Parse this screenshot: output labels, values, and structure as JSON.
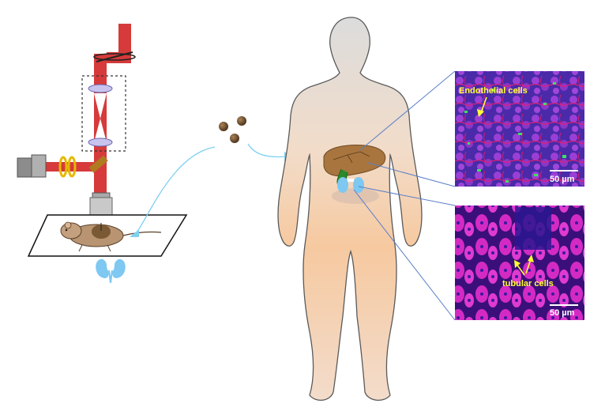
{
  "panels": {
    "top": {
      "label": "Endothelial cells",
      "scale_bar": "50 µm",
      "colors": {
        "background": "#3a1f9e",
        "cell": "#a040d8",
        "vessel": "#e0207a",
        "marker": "#3fe060"
      }
    },
    "bottom": {
      "label": "tubular cells",
      "scale_bar": "50 µm",
      "colors": {
        "background": "#3b0f7a",
        "tubule": "#e02ac8",
        "nucleus": "#2a1a9a"
      }
    }
  },
  "colors": {
    "laser": "#d63a3a",
    "lens": "#b9b6e8",
    "ring": "#e6b800",
    "arrow": "#7fd0f0",
    "connector": "#5a7fc8",
    "body": "#d9d9d9",
    "body_gradient_warm": "#f6c9a0",
    "liver": "#9b6a3a",
    "kidney": "#7ec8f2",
    "nanoparticle": "#6b4a2a"
  },
  "icons": [
    "two-photon-microscope-icon",
    "mouse-icon",
    "kidney-icon",
    "nanoparticles-icon",
    "human-body-icon",
    "liver-icon"
  ]
}
